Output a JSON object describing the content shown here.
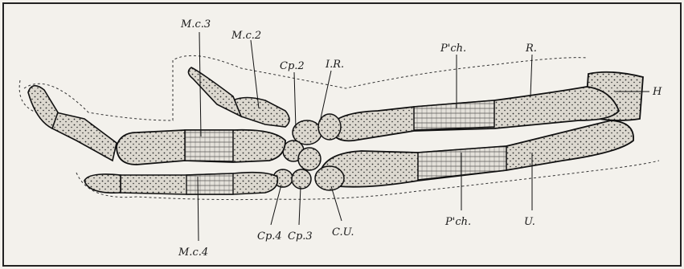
{
  "colors": {
    "paper": "#f3f1ec",
    "bone_fill": "#d9d5cc",
    "ink": "#1a1a1a"
  },
  "labels": {
    "mc3": "M.c.3",
    "mc2": "M.c.2",
    "cp2": "Cp.2",
    "ir": "I.R.",
    "pch_top": "P'ch.",
    "r": "R.",
    "h": "H",
    "mc4": "M.c.4",
    "cp4": "Cp.4",
    "cp3": "Cp.3",
    "cu": "C.U.",
    "pch_bottom": "P'ch.",
    "u": "U."
  }
}
